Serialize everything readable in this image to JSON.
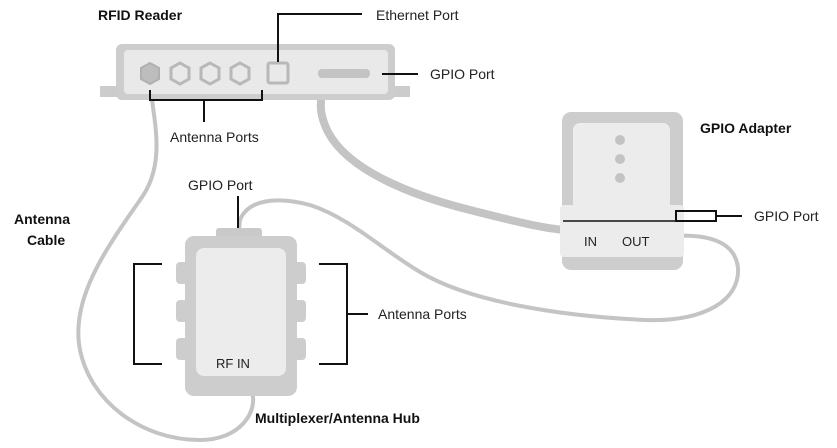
{
  "labels": {
    "rfid_reader": "RFID Reader",
    "ethernet_port": "Ethernet Port",
    "gpio_port_reader": "GPIO Port",
    "antenna_ports_reader": "Antenna Ports",
    "gpio_adapter": "GPIO Adapter",
    "gpio_port_adapter": "GPIO Port",
    "adapter_in": "IN",
    "adapter_out": "OUT",
    "antenna_cable_line1": "Antenna",
    "antenna_cable_line2": "Cable",
    "gpio_port_hub": "GPIO Port",
    "antenna_ports_hub": "Antenna Ports",
    "rf_in": "RF IN",
    "hub_title": "Multiplexer/Antenna Hub"
  },
  "colors": {
    "device_outer": "#c8c8c8",
    "device_inner": "#ececec",
    "cable": "#c4c4c4",
    "callout_line": "#111111"
  }
}
